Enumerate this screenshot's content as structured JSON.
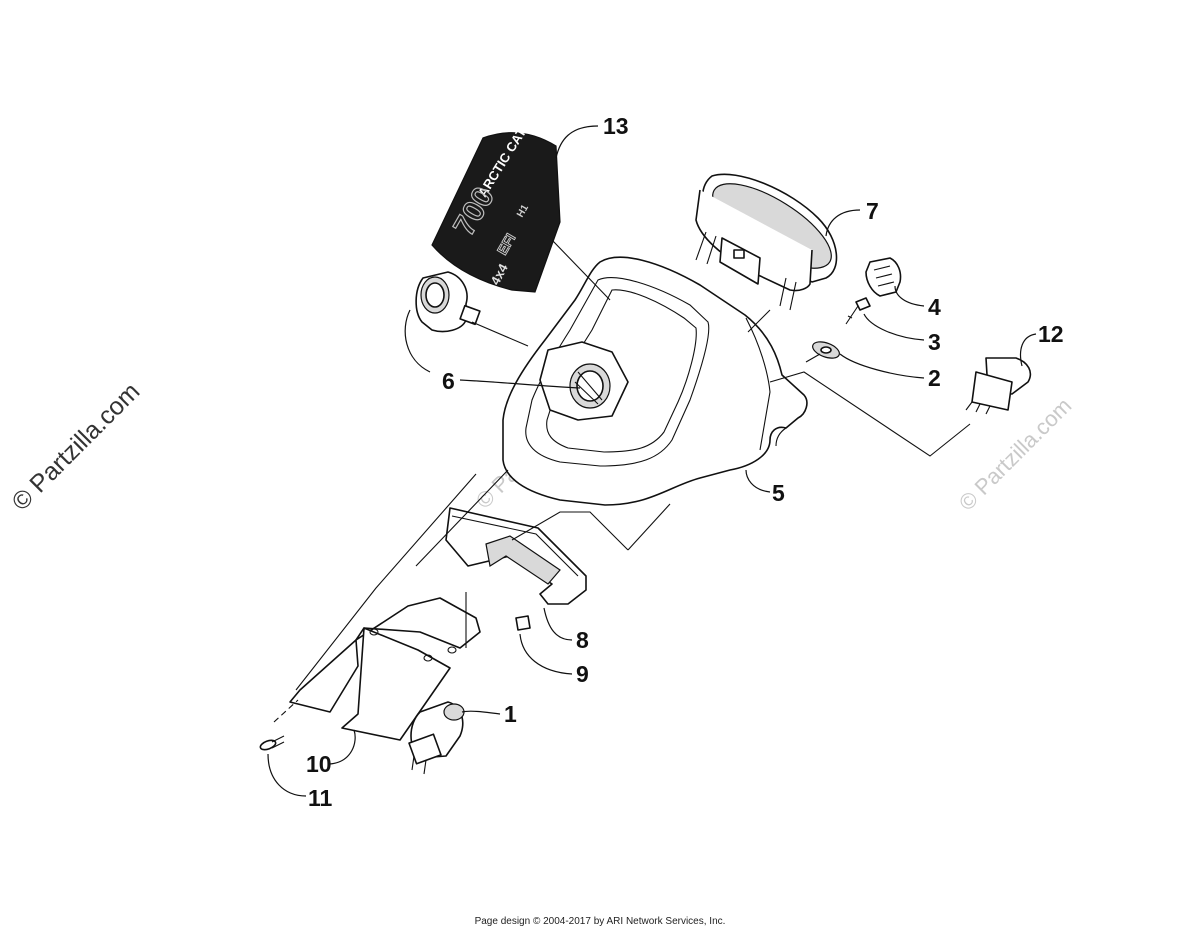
{
  "watermark": {
    "side_text": "© Partzilla.com",
    "faint_text": "© Partzilla.com"
  },
  "decal": {
    "brand": "ARCTIC CAT",
    "model": "700",
    "suffix": "H1",
    "efi": "EFI",
    "drive": "4x4"
  },
  "callouts": {
    "c1": "1",
    "c2": "2",
    "c3": "3",
    "c4": "4",
    "c5": "5",
    "c6": "6",
    "c7": "7",
    "c8": "8",
    "c9": "9",
    "c10": "10",
    "c11": "11",
    "c12": "12",
    "c13": "13"
  },
  "footer": {
    "text": "Page design © 2004-2017 by ARI Network Services, Inc."
  }
}
